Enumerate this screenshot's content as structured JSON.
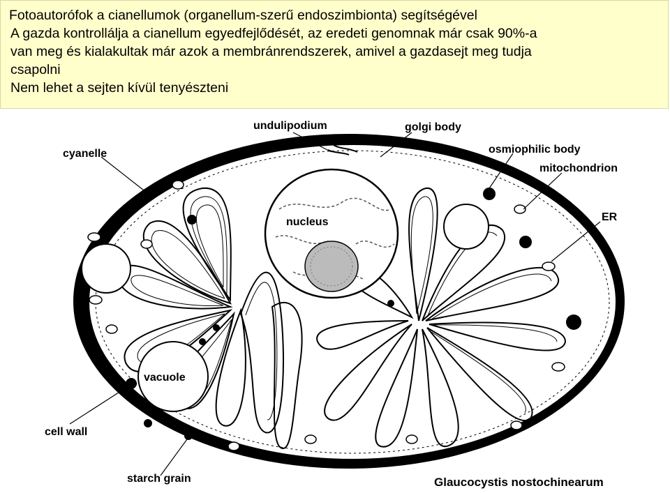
{
  "header": {
    "title": "Fotoautorófok a cianellumok (organellum-szerű endoszimbionta) segítségével",
    "point1_line1": "A gazda kontrollálja a cianellum egyedfejlődését, az eredeti genomnak már csak 90%-a",
    "point1_line2": "van meg és kialakultak már azok a membránrendszerek, amivel a gazdasejt meg tudja",
    "point1_line3": "csapolni",
    "point2": "Nem lehet a sejten kívül tenyészteni"
  },
  "labels": {
    "undulipodium": "undulipodium",
    "golgi_body": "golgi body",
    "cyanelle": "cyanelle",
    "osmiophilic_body": "osmiophilic body",
    "mitochondrion": "mitochondrion",
    "er": "ER",
    "nucleus": "nucleus",
    "vacuole": "vacuole",
    "cell_wall": "cell wall",
    "starch_grain": "starch grain",
    "species": "Glaucocystis nostochinearum"
  }
}
